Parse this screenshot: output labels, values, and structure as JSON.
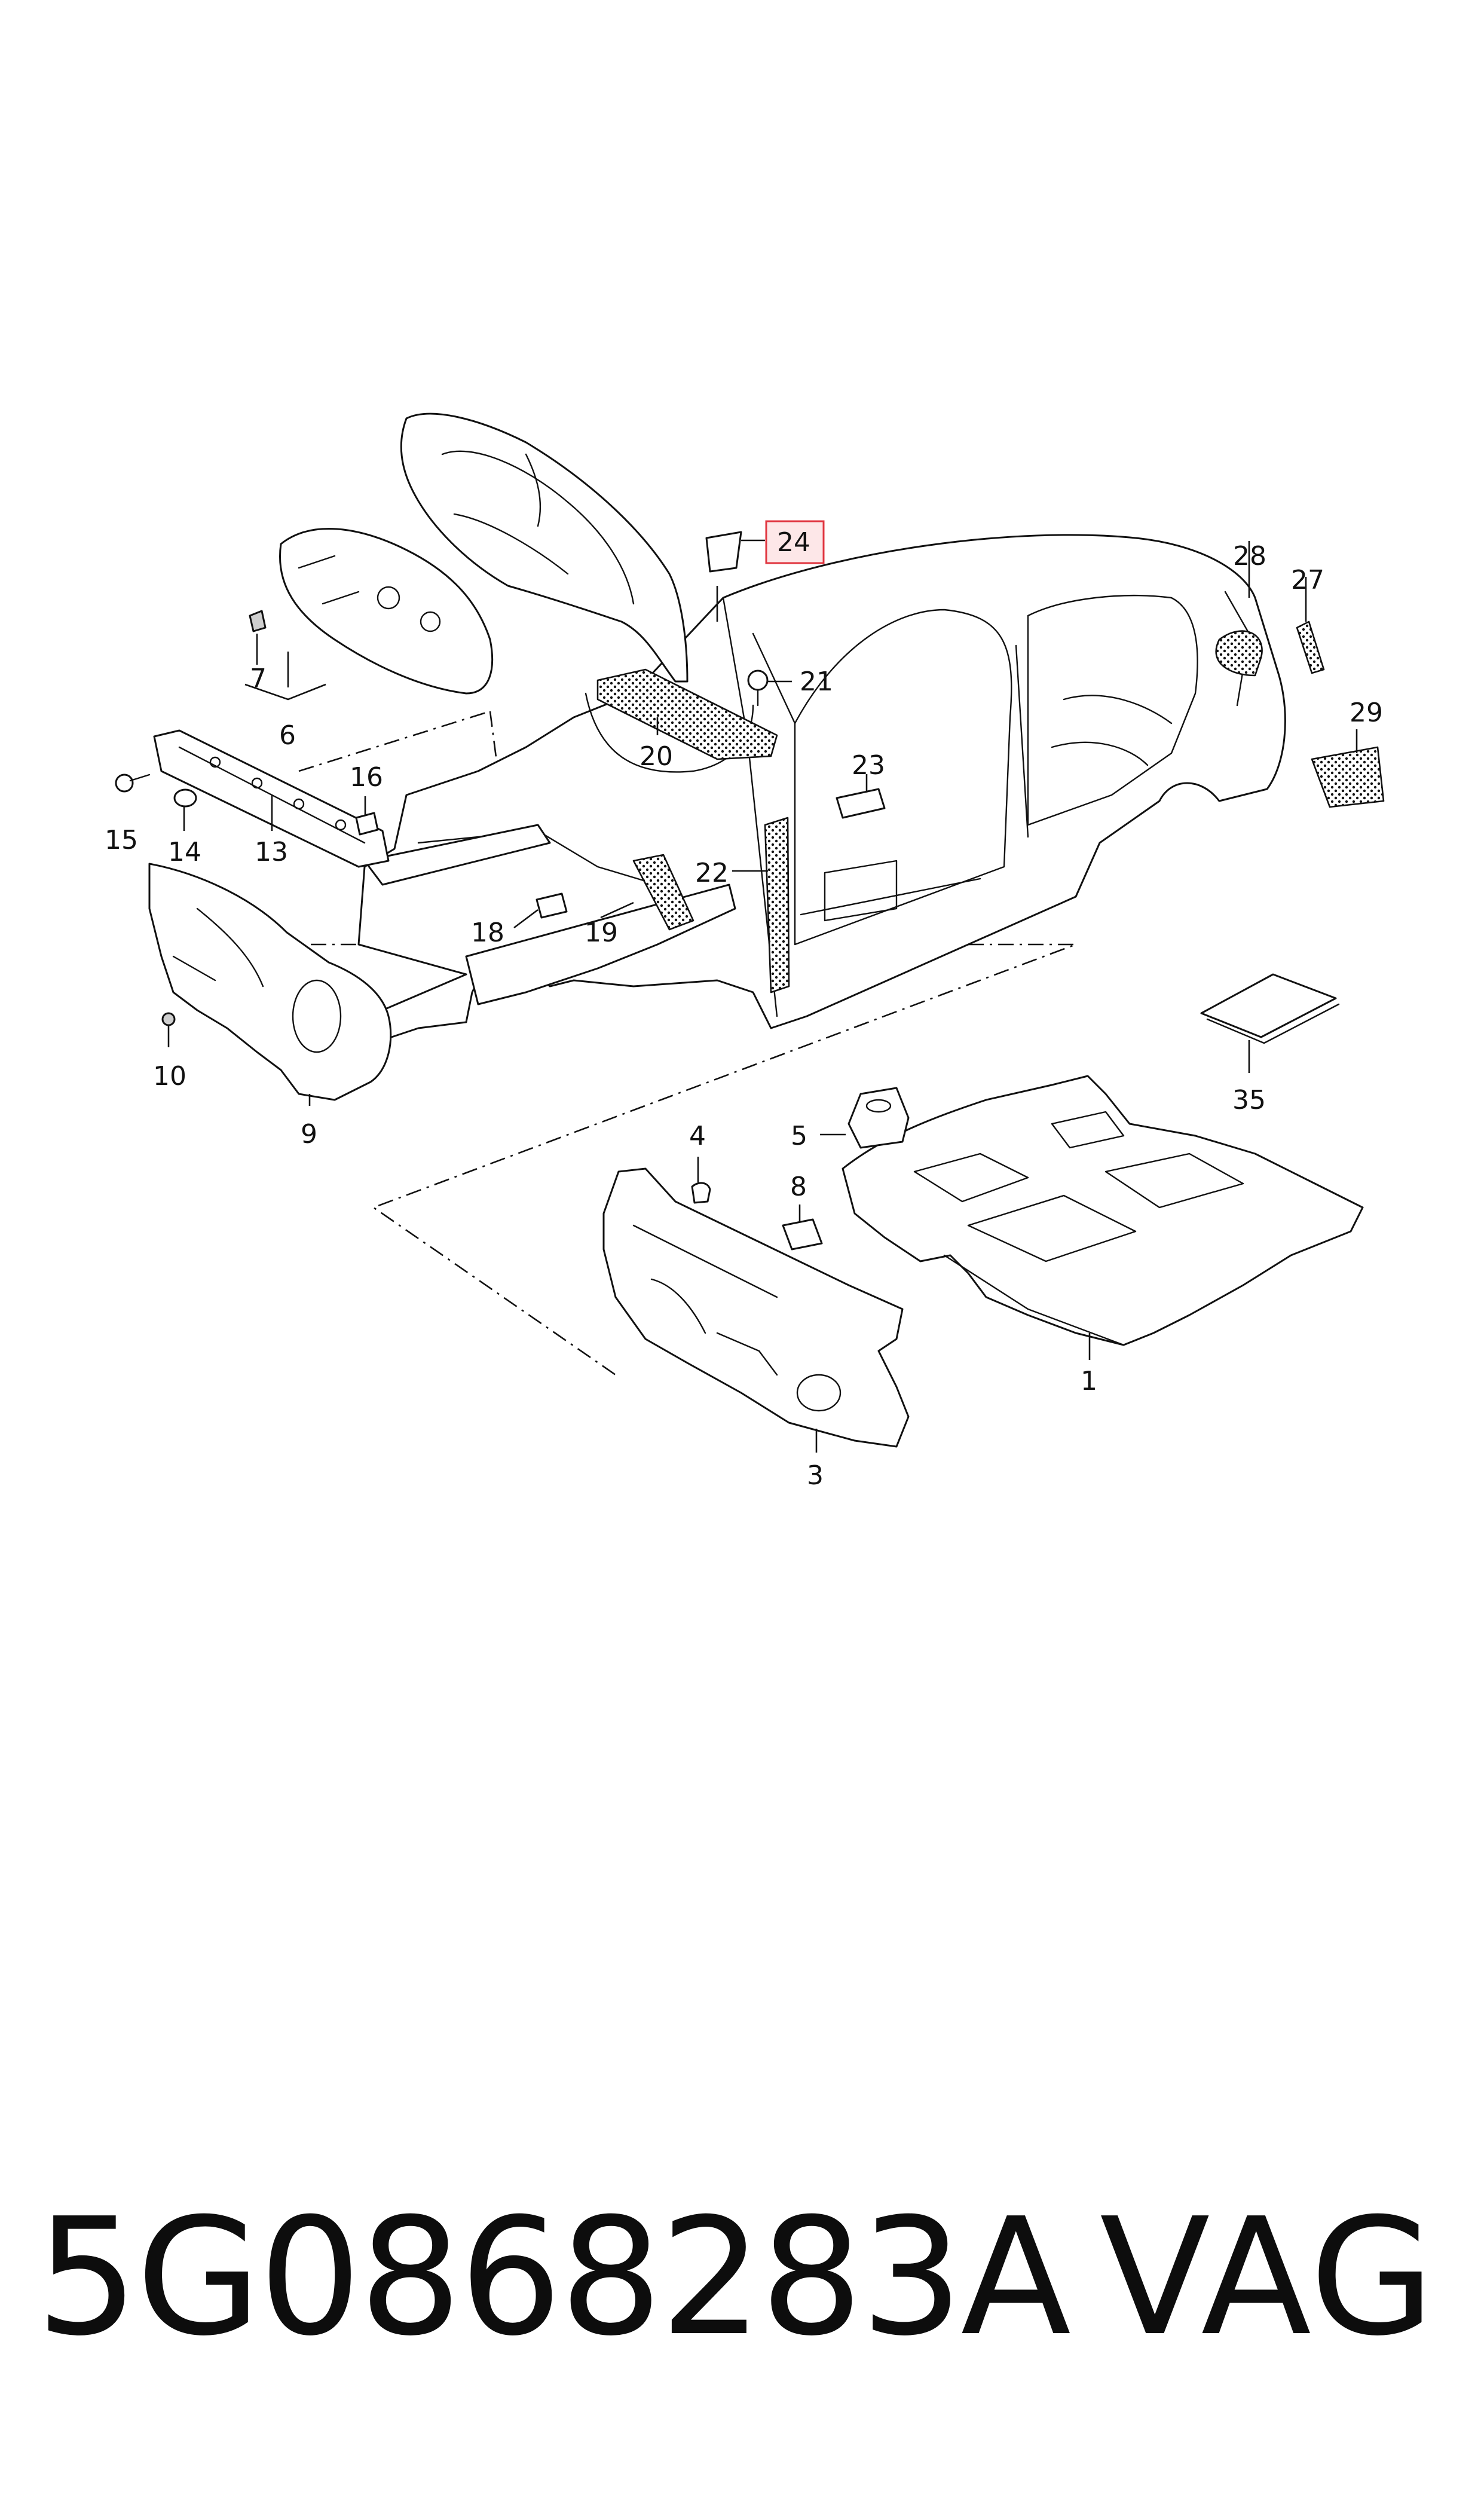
{
  "diagram": {
    "callouts": [
      "1",
      "3",
      "4",
      "5",
      "6",
      "7",
      "8",
      "9",
      "10",
      "13",
      "14",
      "15",
      "16",
      "18",
      "19",
      "20",
      "21",
      "22",
      "23",
      "24",
      "27",
      "28",
      "29",
      "35"
    ],
    "highlighted_callout": "24",
    "colors": {
      "highlight_fill": "#fde7e8",
      "highlight_border": "#e0353f",
      "line": "#111111",
      "background": "#ffffff"
    }
  },
  "footer": {
    "part_number": "5G0868283A",
    "brand": "VAG"
  }
}
